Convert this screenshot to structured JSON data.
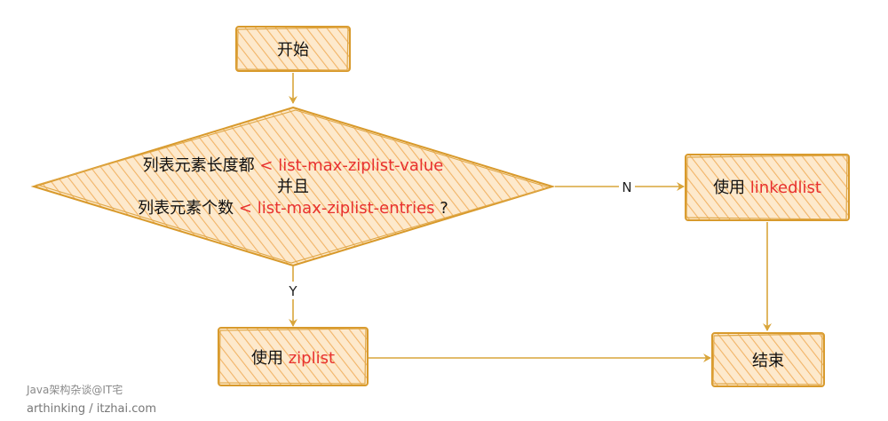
{
  "colors": {
    "box_fill": "#fde6c6",
    "box_stroke": "#d89a2c",
    "hatch": "#f0b56a",
    "arrow": "#d9a53a",
    "text": "#111111",
    "highlight": "#e8312f"
  },
  "nodes": {
    "start": {
      "label": "开始"
    },
    "decision": {
      "line1_prefix": "列表元素长度都",
      "line1_highlight": "< list-max-ziplist-value",
      "line2": "并且",
      "line3_prefix": "列表元素个数",
      "line3_highlight": "< list-max-ziplist-entries",
      "line3_suffix": "?"
    },
    "linkedlist": {
      "prefix": "使用",
      "highlight": "linkedlist"
    },
    "ziplist": {
      "prefix": "使用",
      "highlight": "ziplist"
    },
    "end": {
      "label": "结束"
    }
  },
  "edges": {
    "no_label": "N",
    "yes_label": "Y"
  },
  "watermark": {
    "line1": "Java架构杂谈@IT宅",
    "line2": "arthinking / itzhai.com"
  }
}
